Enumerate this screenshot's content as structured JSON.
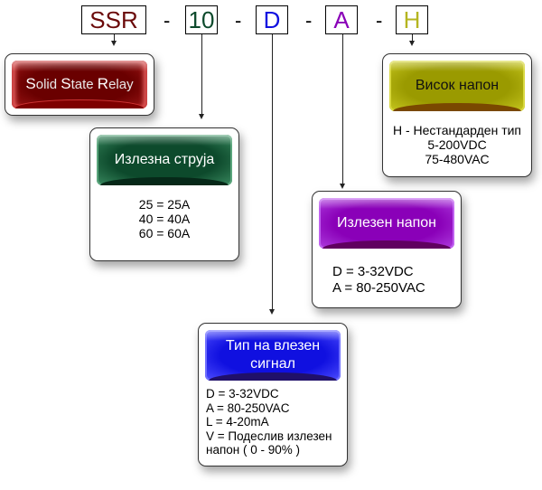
{
  "code": {
    "parts": [
      {
        "label": "SSR",
        "color": "#6b0a0a"
      },
      {
        "label": "10",
        "color": "#0d4a2c"
      },
      {
        "label": "D",
        "color": "#1010e0"
      },
      {
        "label": "A",
        "color": "#8a00b8"
      },
      {
        "label": "H",
        "color": "#b5b520"
      }
    ],
    "separator": "-"
  },
  "cards": {
    "relay": {
      "title_parts": [
        "S",
        "olid ",
        "S",
        "tate ",
        "R",
        "elay"
      ]
    },
    "current": {
      "title": "Излезна струја",
      "lines": [
        "25 = 25A",
        "40 = 40A",
        "60 = 60A"
      ]
    },
    "high_voltage": {
      "title": "Висок напон",
      "lines": [
        "H - Нестандарден тип",
        "5-200VDC",
        "75-480VAC"
      ]
    },
    "output_voltage": {
      "title": "Излезен напон",
      "lines": [
        "D = 3-32VDC",
        "A = 80-250VAC"
      ]
    },
    "input_signal": {
      "title_lines": [
        "Тип на влезен",
        "сигнал"
      ],
      "lines": [
        "D = 3-32VDC",
        "A = 80-250VAC",
        "L = 4-20mA",
        "V = Подеслив излезен",
        "напон ( 0 - 90% )"
      ]
    }
  }
}
